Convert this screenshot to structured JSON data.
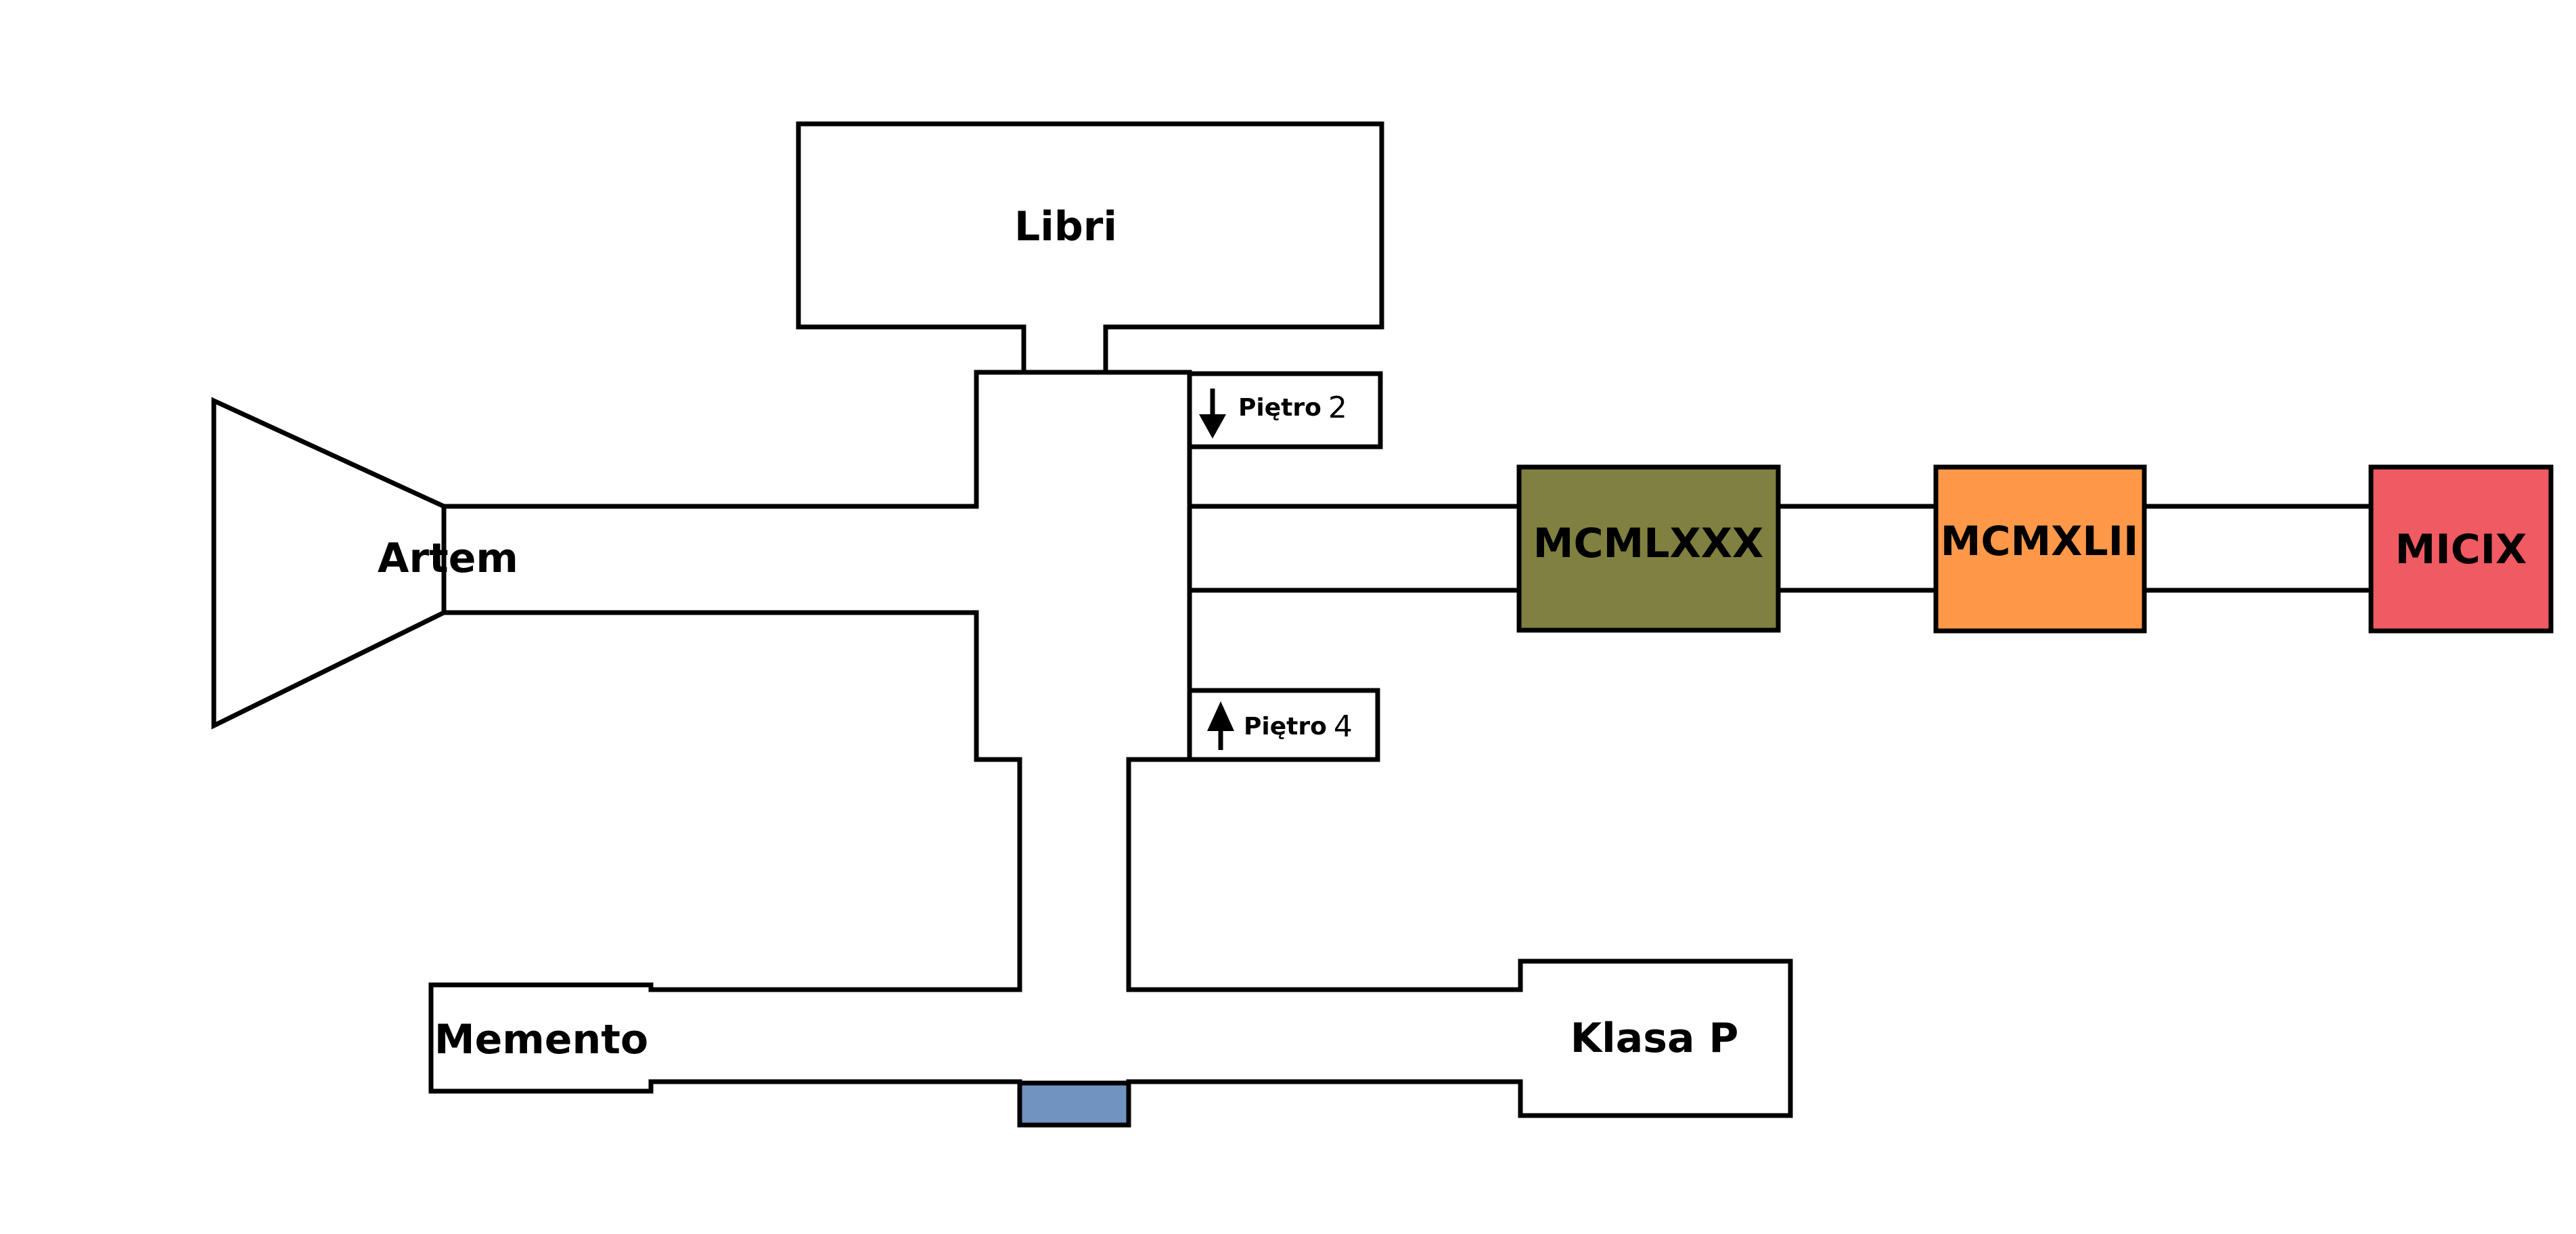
{
  "rooms": {
    "libri": "Libri",
    "artem": "Artem",
    "memento": "Memento",
    "klasa_p": "Klasa P",
    "mcmlxxx": "MCMLXXX",
    "mcmxlii": "MCMXLII",
    "micix": "MICIX"
  },
  "stairs": {
    "down": {
      "label": "Piętro",
      "number": "2",
      "icon": "arrow-down-icon"
    },
    "up": {
      "label": "Piętro",
      "number": "4",
      "icon": "arrow-up-icon"
    }
  },
  "colors": {
    "mcmlxxx": "#808040",
    "mcmxlii": "#FF9848",
    "micix": "#F05A62",
    "entrance": "#7093C0",
    "wall": "#000000",
    "background": "#FFFFFF"
  }
}
